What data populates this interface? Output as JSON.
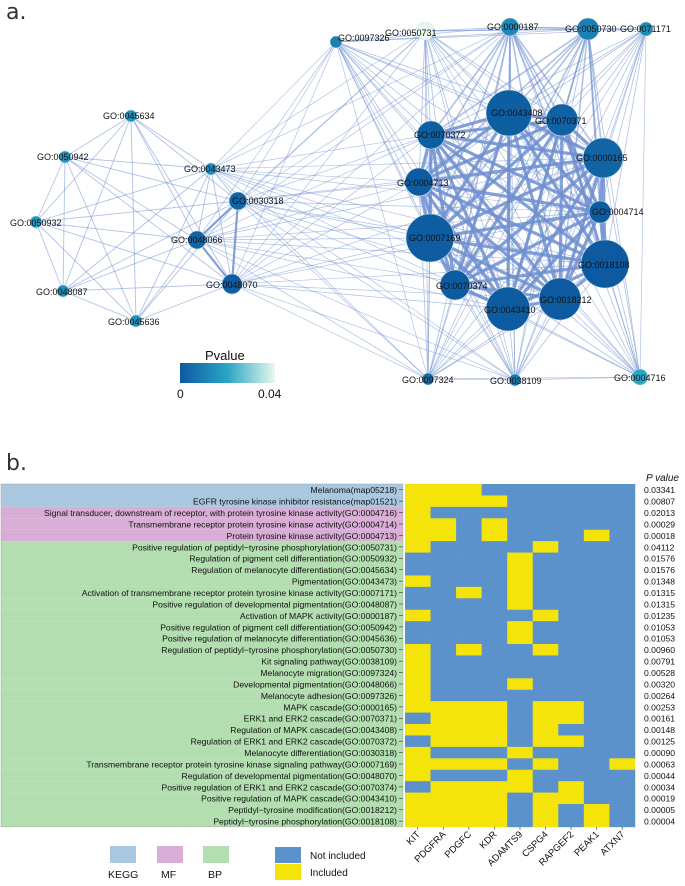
{
  "panel_a_label": "a.",
  "panel_b_label": "b.",
  "network": {
    "nodes": [
      {
        "id": "GO:0097326",
        "p": 0.01
      },
      {
        "id": "GO:0050731",
        "p": 0.041
      },
      {
        "id": "GO:0000187",
        "p": 0.012
      },
      {
        "id": "GO:0050730",
        "p": 0.01
      },
      {
        "id": "GO:0071171",
        "p": 0.013
      },
      {
        "id": "GO:0045634",
        "p": 0.015
      },
      {
        "id": "GO:0050942",
        "p": 0.015
      },
      {
        "id": "GO:0050932",
        "p": 0.016
      },
      {
        "id": "GO:0048087",
        "p": 0.013
      },
      {
        "id": "GO:0045636",
        "p": 0.015
      },
      {
        "id": "GO:0043473",
        "p": 0.013
      },
      {
        "id": "GO:0030318",
        "p": 0.003
      },
      {
        "id": "GO:0048066",
        "p": 0.003
      },
      {
        "id": "GO:0048070",
        "p": 0.0004
      },
      {
        "id": "GO:0070372",
        "p": 0.001
      },
      {
        "id": "GO:0043408",
        "p": 0.001
      },
      {
        "id": "GO:0070371",
        "p": 0.002
      },
      {
        "id": "GO:0000165",
        "p": 0.003
      },
      {
        "id": "GO:0004713",
        "p": 0.0002
      },
      {
        "id": "GO:0004714",
        "p": 0.0003
      },
      {
        "id": "GO:0007169",
        "p": 0.0006
      },
      {
        "id": "GO:0018108",
        "p": 4e-05
      },
      {
        "id": "GO:0070374",
        "p": 0.0003
      },
      {
        "id": "GO:0043410",
        "p": 0.0002
      },
      {
        "id": "GO:0018212",
        "p": 5e-05
      },
      {
        "id": "GO:0097324",
        "p": 0.005
      },
      {
        "id": "GO:0038109",
        "p": 0.008
      },
      {
        "id": "GO:0004716",
        "p": 0.02
      }
    ],
    "legend": {
      "title": "Pvalue",
      "min_label": "0",
      "max_label": "0.04",
      "color_low": "#1565a8",
      "color_high": "#e6f7f0"
    }
  },
  "heatmap": {
    "pvalue_header": "P value",
    "genes": [
      "KIT",
      "PDGFRA",
      "PDGFC",
      "KDR",
      "ADAMTS9",
      "CSPG4",
      "RAPGEF2",
      "PEAK1",
      "ATXN7"
    ],
    "rows": [
      {
        "term": "Melanoma(map05218)",
        "cat": "KEGG",
        "p": "0.03341",
        "inc": [
          1,
          1,
          1,
          0,
          0,
          0,
          0,
          0,
          0
        ]
      },
      {
        "term": "EGFR tyrosine kinase inhibitor resistance(map01521)",
        "cat": "KEGG",
        "p": "0.00807",
        "inc": [
          1,
          1,
          1,
          1,
          0,
          0,
          0,
          0,
          0
        ]
      },
      {
        "term": "Signal transducer, downstream of receptor, with protein tyrosine kinase activity(GO:0004716)",
        "cat": "MF",
        "p": "0.02013",
        "inc": [
          1,
          0,
          0,
          0,
          0,
          0,
          0,
          0,
          0
        ]
      },
      {
        "term": "Transmembrane receptor protein tyrosine kinase activity(GO:0004714)",
        "cat": "MF",
        "p": "0.00029",
        "inc": [
          1,
          1,
          0,
          1,
          0,
          0,
          0,
          0,
          0
        ]
      },
      {
        "term": "Protein tyrosine kinase activity(GO:0004713)",
        "cat": "MF",
        "p": "0.00018",
        "inc": [
          1,
          1,
          0,
          1,
          0,
          0,
          0,
          1,
          0
        ]
      },
      {
        "term": "Positive regulation of peptidyl−tyrosine phosphorylation(GO:0050731)",
        "cat": "BP",
        "p": "0.04112",
        "inc": [
          1,
          0,
          0,
          0,
          0,
          1,
          0,
          0,
          0
        ]
      },
      {
        "term": "Regulation of pigment cell differentiation(GO:0050932)",
        "cat": "BP",
        "p": "0.01576",
        "inc": [
          0,
          0,
          0,
          0,
          1,
          0,
          0,
          0,
          0
        ]
      },
      {
        "term": "Regulation of melanocyte differentiation(GO:0045634)",
        "cat": "BP",
        "p": "0.01576",
        "inc": [
          0,
          0,
          0,
          0,
          1,
          0,
          0,
          0,
          0
        ]
      },
      {
        "term": "Pigmentation(GO:0043473)",
        "cat": "BP",
        "p": "0.01348",
        "inc": [
          1,
          0,
          0,
          0,
          1,
          0,
          0,
          0,
          0
        ]
      },
      {
        "term": "Activation of transmembrane receptor protein tyrosine kinase activity(GO:0007171)",
        "cat": "BP",
        "p": "0.01315",
        "inc": [
          0,
          0,
          1,
          0,
          1,
          0,
          0,
          0,
          0
        ]
      },
      {
        "term": "Positive regulation of developmental pigmentation(GO:0048087)",
        "cat": "BP",
        "p": "0.01315",
        "inc": [
          0,
          0,
          0,
          0,
          1,
          0,
          0,
          0,
          0
        ]
      },
      {
        "term": "Activation of MAPK activity(GO:0000187)",
        "cat": "BP",
        "p": "0.01235",
        "inc": [
          1,
          0,
          0,
          0,
          0,
          1,
          0,
          0,
          0
        ]
      },
      {
        "term": "Positive regulation of pigment cell differentiation(GO:0050942)",
        "cat": "BP",
        "p": "0.01053",
        "inc": [
          0,
          0,
          0,
          0,
          1,
          0,
          0,
          0,
          0
        ]
      },
      {
        "term": "Positive regulation of melanocyte differentiation(GO:0045636)",
        "cat": "BP",
        "p": "0.01053",
        "inc": [
          0,
          0,
          0,
          0,
          1,
          0,
          0,
          0,
          0
        ]
      },
      {
        "term": "Regulation of peptidyl−tyrosine phosphorylation(GO:0050730)",
        "cat": "BP",
        "p": "0.00960",
        "inc": [
          1,
          0,
          1,
          0,
          0,
          1,
          0,
          0,
          0
        ]
      },
      {
        "term": "Kit signaling pathway(GO:0038109)",
        "cat": "BP",
        "p": "0.00791",
        "inc": [
          1,
          0,
          0,
          0,
          0,
          0,
          0,
          0,
          0
        ]
      },
      {
        "term": "Melanocyte migration(GO:0097324)",
        "cat": "BP",
        "p": "0.00528",
        "inc": [
          1,
          0,
          0,
          0,
          0,
          0,
          0,
          0,
          0
        ]
      },
      {
        "term": "Developmental pigmentation(GO:0048066)",
        "cat": "BP",
        "p": "0.00320",
        "inc": [
          1,
          0,
          0,
          0,
          1,
          0,
          0,
          0,
          0
        ]
      },
      {
        "term": "Melanocyte adhesion(GO:0097326)",
        "cat": "BP",
        "p": "0.00264",
        "inc": [
          1,
          0,
          0,
          0,
          0,
          0,
          0,
          0,
          0
        ]
      },
      {
        "term": "MAPK cascade(GO:0000165)",
        "cat": "BP",
        "p": "0.00253",
        "inc": [
          1,
          1,
          1,
          1,
          0,
          1,
          1,
          0,
          0
        ]
      },
      {
        "term": "ERK1 and ERK2 cascade(GO:0070371)",
        "cat": "BP",
        "p": "0.00161",
        "inc": [
          0,
          1,
          1,
          1,
          0,
          1,
          1,
          0,
          0
        ]
      },
      {
        "term": "Regulation of MAPK cascade(GO:0043408)",
        "cat": "BP",
        "p": "0.00148",
        "inc": [
          1,
          1,
          1,
          1,
          0,
          1,
          0,
          0,
          0
        ]
      },
      {
        "term": "Regulation of ERK1 and ERK2 cascade(GO:0070372)",
        "cat": "BP",
        "p": "0.00125",
        "inc": [
          0,
          1,
          1,
          1,
          0,
          1,
          1,
          0,
          0
        ]
      },
      {
        "term": "Melanocyte differentiation(GO:0030318)",
        "cat": "BP",
        "p": "0.00090",
        "inc": [
          1,
          0,
          0,
          0,
          1,
          0,
          0,
          0,
          0
        ]
      },
      {
        "term": "Transmembrane receptor protein tyrosine kinase signaling pathway(GO:0007169)",
        "cat": "BP",
        "p": "0.00063",
        "inc": [
          1,
          1,
          1,
          1,
          0,
          1,
          0,
          0,
          1
        ]
      },
      {
        "term": "Regulation of developmental pigmentation(GO:0048070)",
        "cat": "BP",
        "p": "0.00044",
        "inc": [
          1,
          0,
          0,
          0,
          1,
          0,
          0,
          0,
          0
        ]
      },
      {
        "term": "Positive regulation of ERK1 and ERK2 cascade(GO:0070374)",
        "cat": "BP",
        "p": "0.00034",
        "inc": [
          0,
          1,
          1,
          1,
          1,
          0,
          1,
          0,
          0
        ]
      },
      {
        "term": "Positive regulation of MAPK cascade(GO:0043410)",
        "cat": "BP",
        "p": "0.00019",
        "inc": [
          1,
          1,
          1,
          1,
          0,
          1,
          1,
          0,
          0
        ]
      },
      {
        "term": "Peptidyl−tyrosine modification(GO:0018212)",
        "cat": "BP",
        "p": "0.00005",
        "inc": [
          1,
          1,
          1,
          1,
          0,
          1,
          0,
          1,
          0
        ]
      },
      {
        "term": "Peptidyl−tyrosine phosphorylation(GO:0018108)",
        "cat": "BP",
        "p": "0.00004",
        "inc": [
          1,
          1,
          1,
          1,
          0,
          1,
          0,
          1,
          0
        ]
      }
    ],
    "categories": [
      {
        "key": "KEGG",
        "label": "KEGG",
        "color": "#a9c8e0"
      },
      {
        "key": "MF",
        "label": "MF",
        "color": "#d9aed6"
      },
      {
        "key": "BP",
        "label": "BP",
        "color": "#b2deb0"
      }
    ],
    "status_legend": [
      {
        "label": "Not included",
        "color": "#5b92cb"
      },
      {
        "label": "Included",
        "color": "#f4e40a"
      }
    ]
  },
  "chart_data": {
    "type": "heatmap",
    "x": [
      "KIT",
      "PDGFRA",
      "PDGFC",
      "KDR",
      "ADAMTS9",
      "CSPG4",
      "RAPGEF2",
      "PEAK1",
      "ATXN7"
    ],
    "note_values": "1 = Included, 0 = Not included; rows listed in heatmap.rows"
  }
}
